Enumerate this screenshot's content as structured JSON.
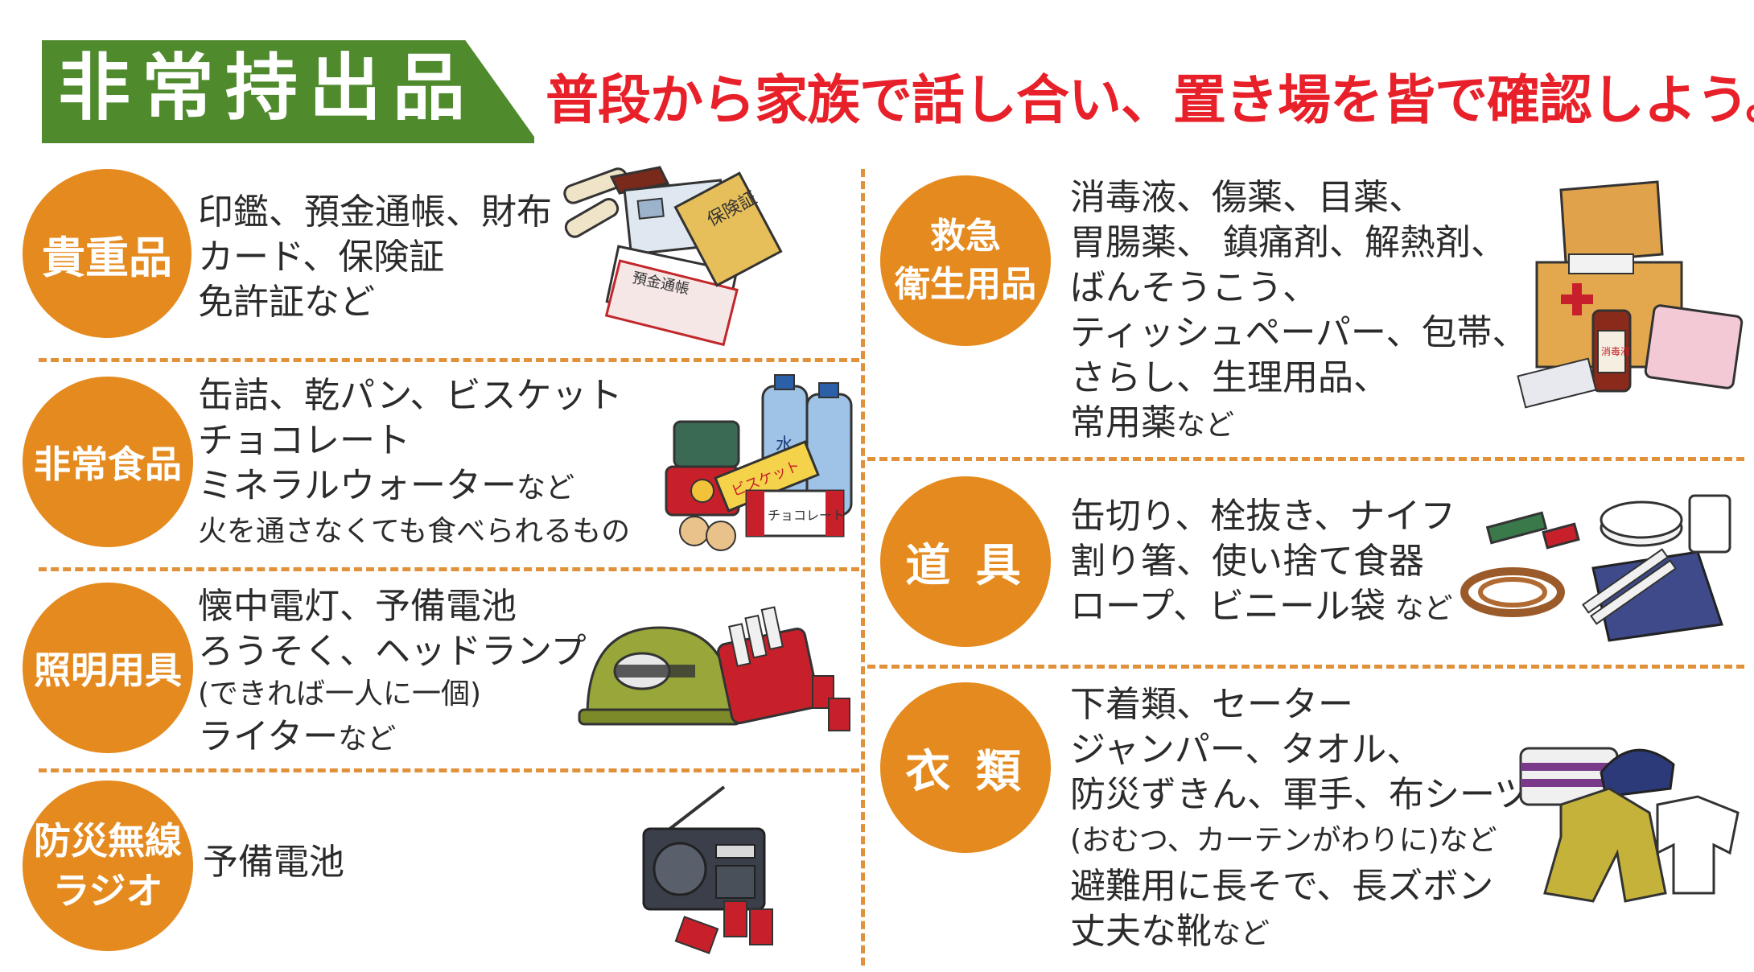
{
  "header": {
    "title": "非常持出品",
    "slogan": "普段から家族で話し合い、置き場を皆で確認しよう。"
  },
  "colors": {
    "green": "#4f8a2d",
    "orange": "#e58a1f",
    "red": "#e8202a",
    "dash": "#e0913a"
  },
  "left_column": [
    {
      "category": "貴重品",
      "lines": [
        "印鑑、預金通帳、財布",
        "カード、保険証",
        "免許証など"
      ],
      "illustration": "valuables-illustration"
    },
    {
      "category": "非常食品",
      "lines": [
        "缶詰、乾パン、ビスケット",
        "チョコレート",
        "ミネラルウォーター",
        "火を通さなくても食べられるもの"
      ],
      "suffix": "など",
      "illustration": "food-illustration"
    },
    {
      "category": "照明用具",
      "lines": [
        "懐中電灯、予備電池",
        "ろうそく、ヘッドランプ",
        "(できれば一人に一個)",
        "ライター"
      ],
      "suffix": "など",
      "illustration": "lighting-illustration"
    },
    {
      "category_lines": [
        "防災無線",
        "ラジオ"
      ],
      "lines": [
        "予備電池"
      ],
      "illustration": "radio-illustration"
    }
  ],
  "right_column": [
    {
      "category_lines": [
        "救急",
        "衛生用品"
      ],
      "lines": [
        "消毒液、傷薬、目薬、",
        "胃腸薬、 鎮痛剤、解熱剤、",
        "ばんそうこう、",
        "ティッシュペーパー、包帯、",
        "さらし、生理用品、",
        "常用薬"
      ],
      "suffix": "など",
      "illustration": "first-aid-illustration"
    },
    {
      "category": "道 具",
      "lines": [
        "缶切り、栓抜き、ナイフ",
        "割り箸、使い捨て食器",
        "ロープ、ビニール袋"
      ],
      "suffix": " など",
      "illustration": "tools-illustration"
    },
    {
      "category": "衣 類",
      "lines": [
        "下着類、セーター",
        "ジャンパー、タオル、",
        "防災ずきん、軍手、布シーツ",
        "(おむつ、カーテンがわりに)など",
        "避難用に長そで、長ズボン",
        "丈夫な靴"
      ],
      "suffix": "など",
      "illustration": "clothing-illustration"
    }
  ],
  "labels": {
    "hoken": "保険証",
    "yokin": "預金通帳",
    "biscuit": "ビスケット",
    "choco": "チョコレート",
    "water": "水",
    "shoudoku": "消毒液"
  }
}
